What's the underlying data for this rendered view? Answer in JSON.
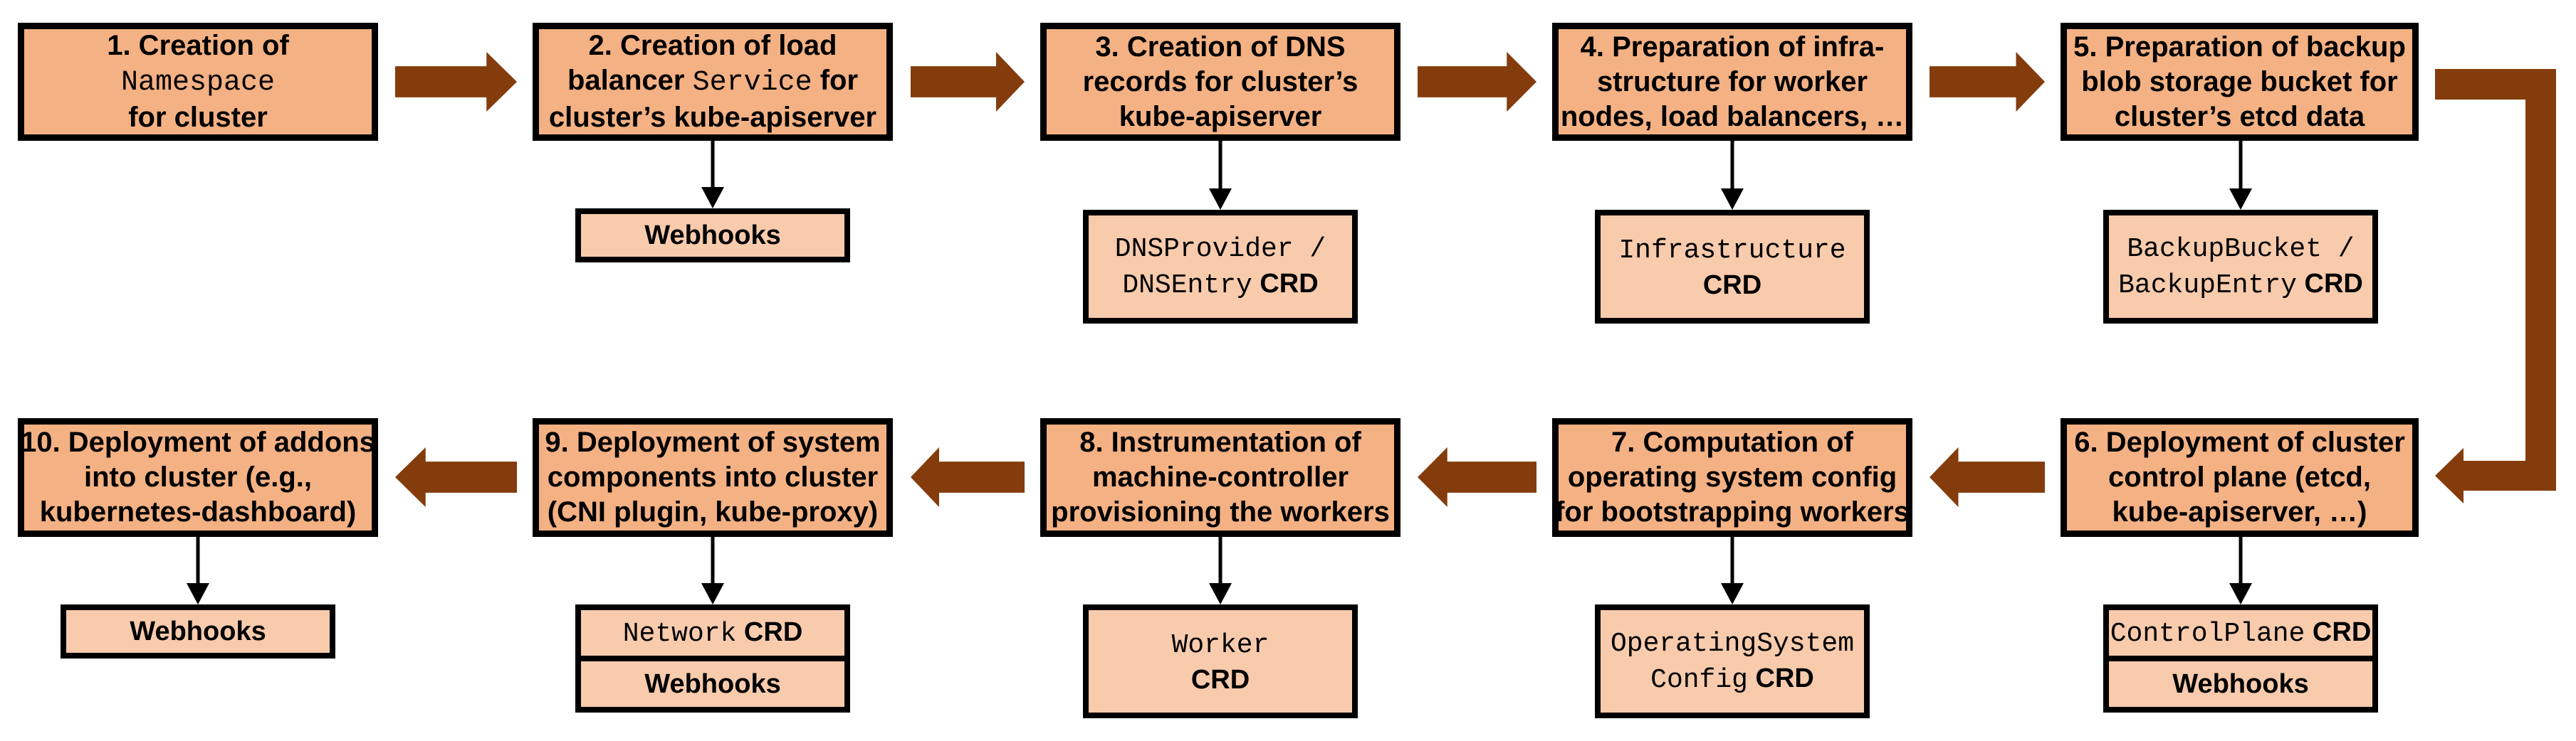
{
  "colors": {
    "step_fill": "#F4B183",
    "sub_fill": "#F8CBAD",
    "arrow_brown": "#843C0C",
    "border": "#000000",
    "background": "#FFFFFF"
  },
  "rows": [
    {
      "direction": "right",
      "steps": [
        {
          "num": "1",
          "lines": [
            [
              {
                "t": "1. Creation of",
                "f": "sans"
              }
            ],
            [
              {
                "t": "Namespace",
                "f": "mono"
              }
            ],
            [
              {
                "t": "for cluster",
                "f": "sans"
              }
            ]
          ],
          "sub": {
            "kind": "none",
            "cells": []
          }
        },
        {
          "num": "2",
          "lines": [
            [
              {
                "t": "2. Creation of load",
                "f": "sans"
              }
            ],
            [
              {
                "t": "balancer ",
                "f": "sans"
              },
              {
                "t": "Service",
                "f": "mono"
              },
              {
                "t": " for",
                "f": "sans"
              }
            ],
            [
              {
                "t": "cluster’s kube-apiserver",
                "f": "sans"
              }
            ]
          ],
          "sub": {
            "kind": "box",
            "cells": [
              {
                "lines": [
                  [
                    {
                      "t": "Webhooks",
                      "f": "sans"
                    }
                  ]
                ]
              }
            ]
          }
        },
        {
          "num": "3",
          "lines": [
            [
              {
                "t": "3. Creation of DNS",
                "f": "sans"
              }
            ],
            [
              {
                "t": "records for cluster’s",
                "f": "sans"
              }
            ],
            [
              {
                "t": "kube-apiserver",
                "f": "sans"
              }
            ]
          ],
          "sub": {
            "kind": "box",
            "cells": [
              {
                "lines": [
                  [
                    {
                      "t": "DNSProvider /",
                      "f": "mono"
                    }
                  ],
                  [
                    {
                      "t": "DNSEntry",
                      "f": "mono"
                    },
                    {
                      "t": " CRD",
                      "f": "crd"
                    }
                  ]
                ]
              }
            ]
          }
        },
        {
          "num": "4",
          "lines": [
            [
              {
                "t": "4. Preparation of infra-",
                "f": "sans"
              }
            ],
            [
              {
                "t": "structure for worker",
                "f": "sans"
              }
            ],
            [
              {
                "t": "nodes, load balancers, …",
                "f": "sans"
              }
            ]
          ],
          "sub": {
            "kind": "box",
            "cells": [
              {
                "lines": [
                  [
                    {
                      "t": "Infrastructure",
                      "f": "mono"
                    }
                  ],
                  [
                    {
                      "t": "CRD",
                      "f": "crd"
                    }
                  ]
                ]
              }
            ]
          }
        },
        {
          "num": "5",
          "lines": [
            [
              {
                "t": "5. Preparation of backup",
                "f": "sans"
              }
            ],
            [
              {
                "t": "blob storage bucket for",
                "f": "sans"
              }
            ],
            [
              {
                "t": "cluster’s etcd data",
                "f": "sans"
              }
            ]
          ],
          "sub": {
            "kind": "box",
            "cells": [
              {
                "lines": [
                  [
                    {
                      "t": "BackupBucket /",
                      "f": "mono"
                    }
                  ],
                  [
                    {
                      "t": "BackupEntry",
                      "f": "mono"
                    },
                    {
                      "t": " CRD",
                      "f": "crd"
                    }
                  ]
                ]
              }
            ]
          }
        }
      ]
    },
    {
      "direction": "left",
      "steps": [
        {
          "num": "10",
          "lines": [
            [
              {
                "t": "10. Deployment of addons",
                "f": "sans"
              }
            ],
            [
              {
                "t": "into cluster (e.g.,",
                "f": "sans"
              }
            ],
            [
              {
                "t": "kubernetes-dashboard)",
                "f": "sans"
              }
            ]
          ],
          "sub": {
            "kind": "box",
            "cells": [
              {
                "lines": [
                  [
                    {
                      "t": "Webhooks",
                      "f": "sans"
                    }
                  ]
                ]
              }
            ]
          }
        },
        {
          "num": "9",
          "lines": [
            [
              {
                "t": "9. Deployment of system",
                "f": "sans"
              }
            ],
            [
              {
                "t": "components into cluster",
                "f": "sans"
              }
            ],
            [
              {
                "t": "(CNI plugin, kube-proxy)",
                "f": "sans"
              }
            ]
          ],
          "sub": {
            "kind": "stack",
            "cells": [
              {
                "lines": [
                  [
                    {
                      "t": "Network",
                      "f": "mono"
                    },
                    {
                      "t": " CRD",
                      "f": "crd"
                    }
                  ]
                ]
              },
              {
                "lines": [
                  [
                    {
                      "t": "Webhooks",
                      "f": "sans"
                    }
                  ]
                ]
              }
            ]
          }
        },
        {
          "num": "8",
          "lines": [
            [
              {
                "t": "8. Instrumentation of",
                "f": "sans"
              }
            ],
            [
              {
                "t": "machine-controller",
                "f": "sans"
              }
            ],
            [
              {
                "t": "provisioning the workers",
                "f": "sans"
              }
            ]
          ],
          "sub": {
            "kind": "box",
            "cells": [
              {
                "lines": [
                  [
                    {
                      "t": "Worker",
                      "f": "mono"
                    }
                  ],
                  [
                    {
                      "t": "CRD",
                      "f": "crd"
                    }
                  ]
                ]
              }
            ]
          }
        },
        {
          "num": "7",
          "lines": [
            [
              {
                "t": "7. Computation of",
                "f": "sans"
              }
            ],
            [
              {
                "t": "operating system config",
                "f": "sans"
              }
            ],
            [
              {
                "t": "for bootstrapping workers",
                "f": "sans"
              }
            ]
          ],
          "sub": {
            "kind": "box",
            "cells": [
              {
                "lines": [
                  [
                    {
                      "t": "OperatingSystem",
                      "f": "mono"
                    }
                  ],
                  [
                    {
                      "t": "Config",
                      "f": "mono"
                    },
                    {
                      "t": " CRD",
                      "f": "crd"
                    }
                  ]
                ]
              }
            ]
          }
        },
        {
          "num": "6",
          "lines": [
            [
              {
                "t": "6. Deployment of cluster",
                "f": "sans"
              }
            ],
            [
              {
                "t": "control plane (etcd,",
                "f": "sans"
              }
            ],
            [
              {
                "t": "kube-apiserver, …)",
                "f": "sans"
              }
            ]
          ],
          "sub": {
            "kind": "stack",
            "cells": [
              {
                "lines": [
                  [
                    {
                      "t": "ControlPlane",
                      "f": "mono"
                    },
                    {
                      "t": " CRD",
                      "f": "crd"
                    }
                  ]
                ]
              },
              {
                "lines": [
                  [
                    {
                      "t": "Webhooks",
                      "f": "sans"
                    }
                  ]
                ]
              }
            ]
          }
        }
      ]
    }
  ]
}
